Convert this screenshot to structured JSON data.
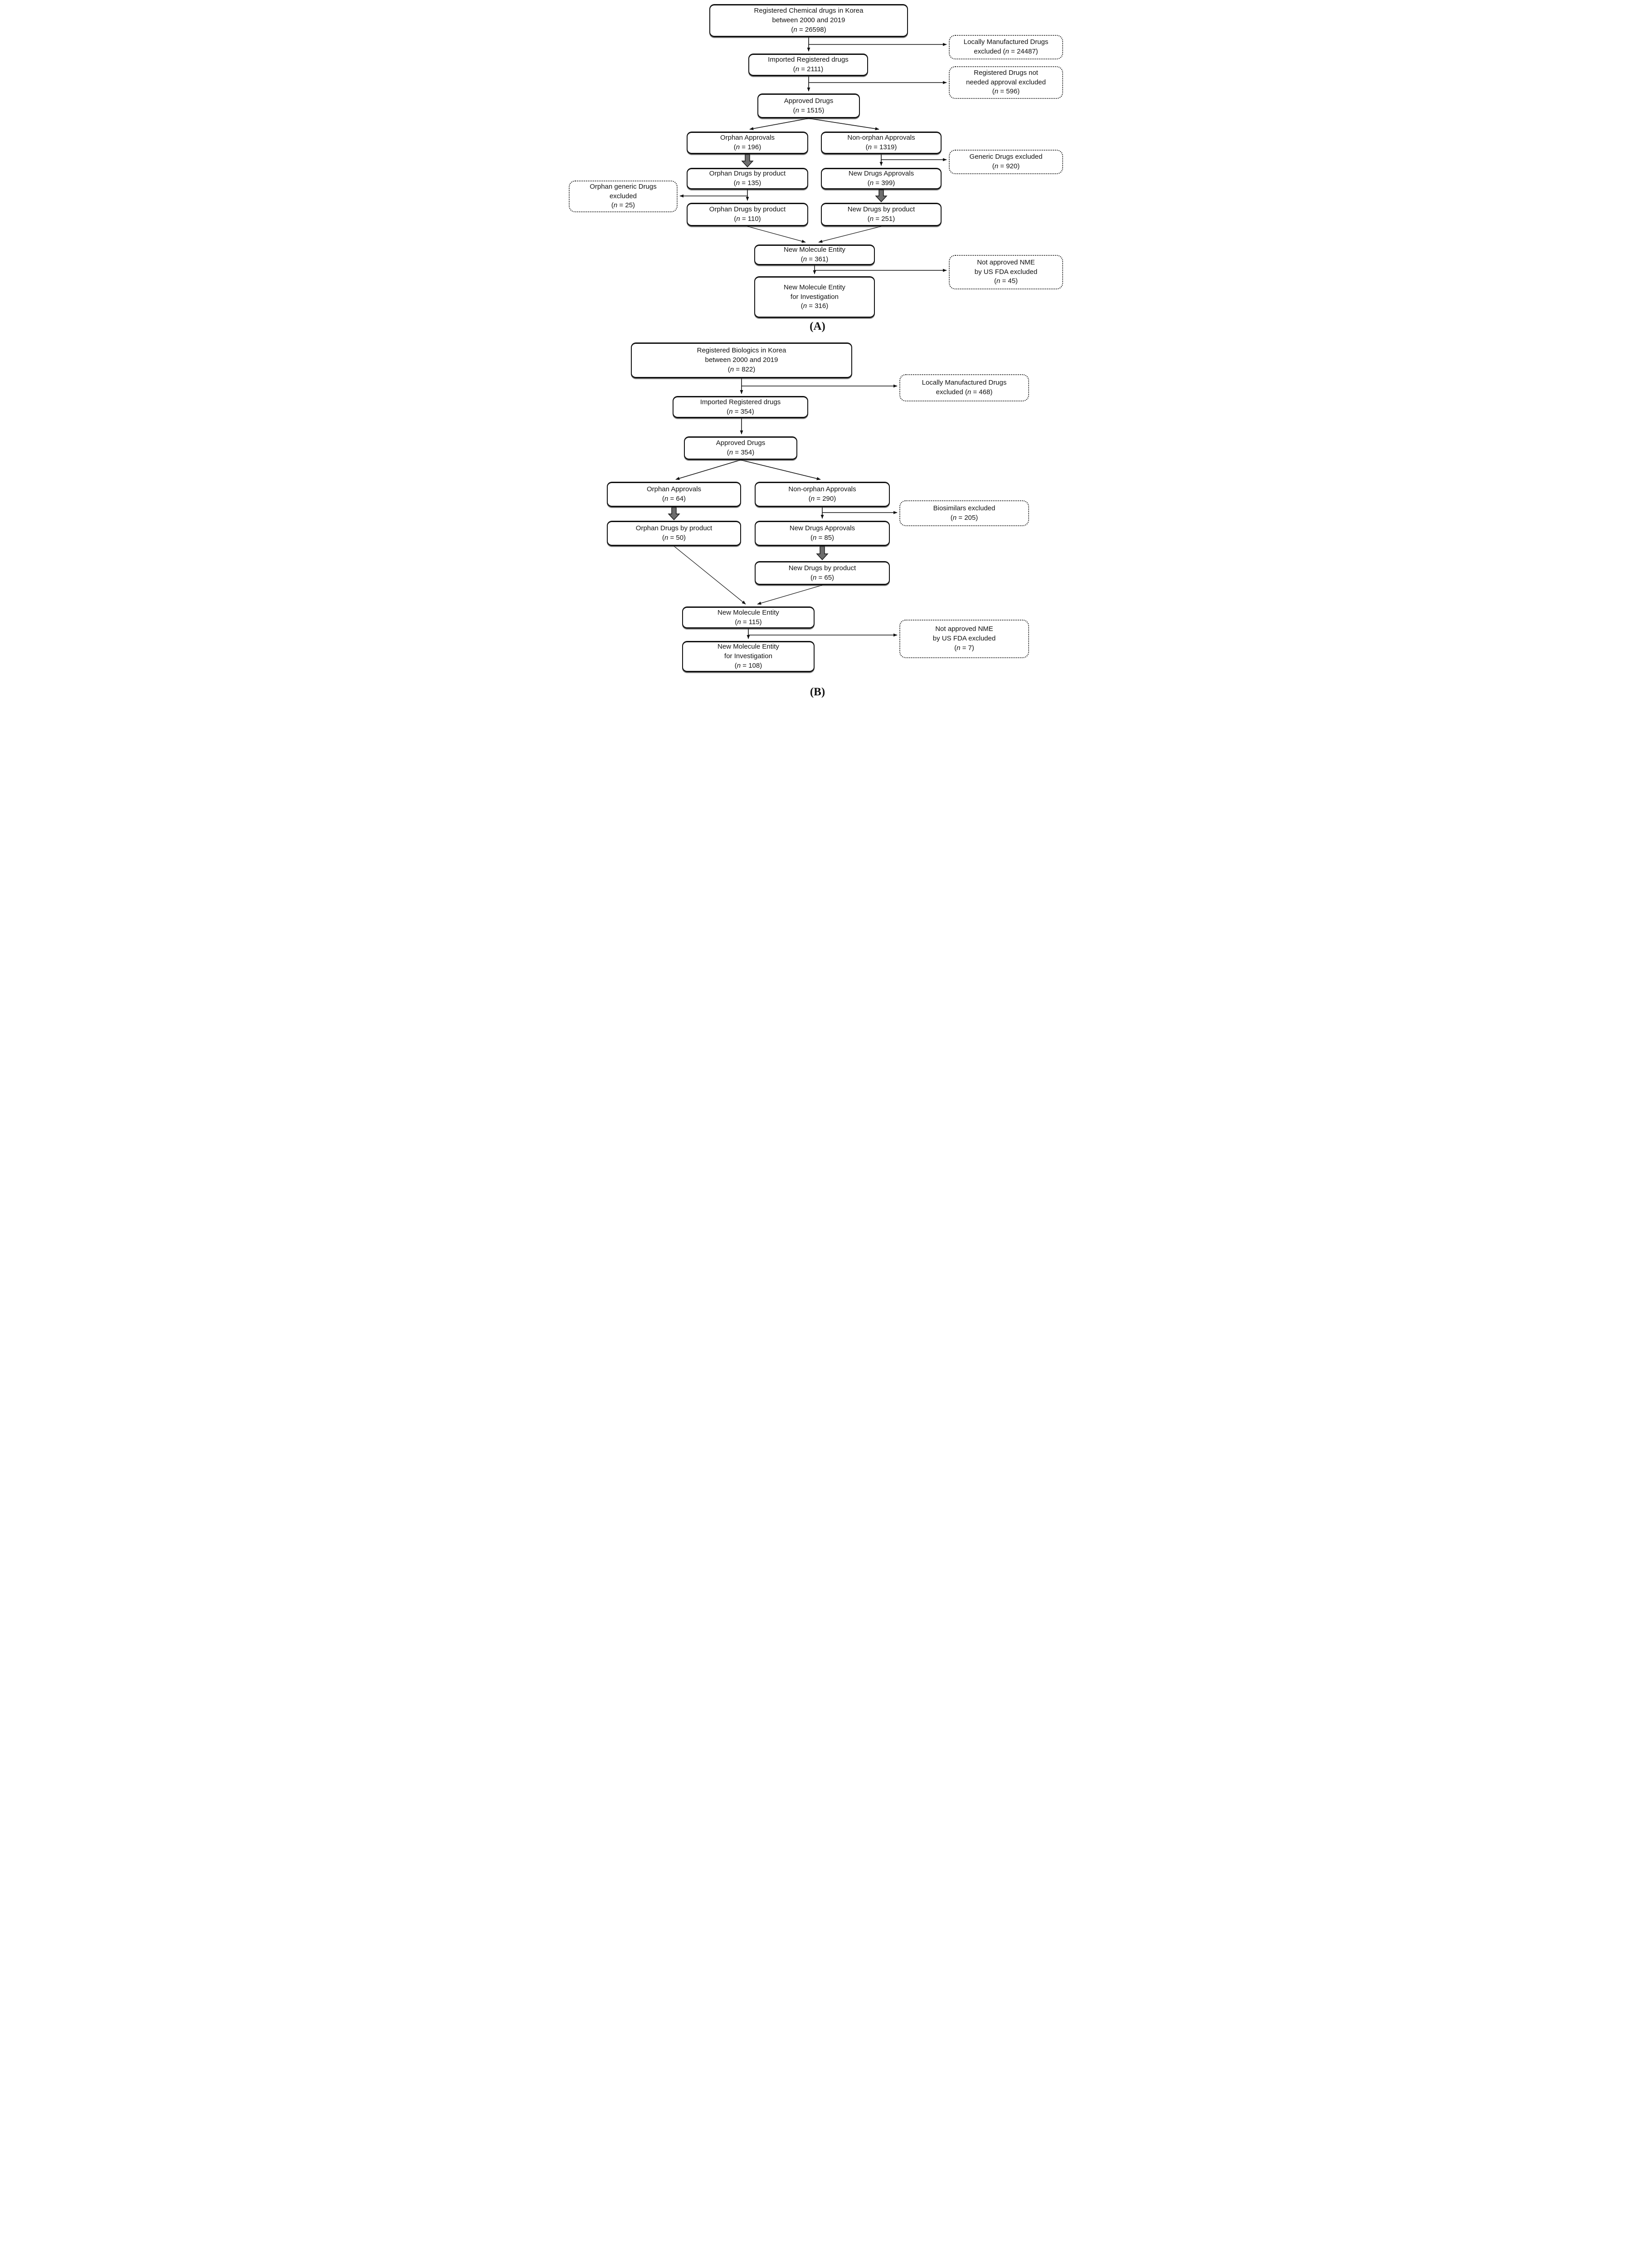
{
  "figure": {
    "panel_a": {
      "label": "(A)",
      "flow": {
        "registered": {
          "title": "Registered Chemical drugs in Korea\nbetween 2000 and 2019",
          "n": "(n = 26598)"
        },
        "imported": {
          "title": "Imported Registered drugs",
          "n": "(n = 2111)"
        },
        "approved": {
          "title": "Approved Drugs",
          "n": "(n = 1515)"
        },
        "orphan_approvals": {
          "title": "Orphan Approvals",
          "n": "(n = 196)"
        },
        "non_orphan_approvals": {
          "title": "Non-orphan Approvals",
          "n": "(n = 1319)"
        },
        "orphan_drugs_by_product_1": {
          "title": "Orphan Drugs by product",
          "n": "(n = 135)"
        },
        "new_drugs_approvals": {
          "title": "New Drugs Approvals",
          "n": "(n = 399)"
        },
        "orphan_drugs_by_product_2": {
          "title": "Orphan Drugs by product",
          "n": "(n = 110)"
        },
        "new_drugs_by_product": {
          "title": "New Drugs by product",
          "n": "(n = 251)"
        },
        "new_molecule_entity": {
          "title": "New Molecule Entity",
          "n": "(n = 361)"
        },
        "nme_for_investigation": {
          "title": "New Molecule Entity\nfor Investigation",
          "n": "(n = 316)"
        }
      },
      "exclusions": {
        "locally_manufactured": "Locally Manufactured Drugs\nexcluded (n = 24487)",
        "not_needed_approval": "Registered Drugs not\nneeded approval excluded\n(n = 596)",
        "generic_drugs": "Generic Drugs excluded\n(n = 920)",
        "orphan_generic": "Orphan generic Drugs\nexcluded\n(n = 25)",
        "not_approved_nme": "Not approved NME\nby US FDA excluded\n(n = 45)"
      }
    },
    "panel_b": {
      "label": "(B)",
      "flow": {
        "registered": {
          "title": "Registered Biologics in Korea\nbetween 2000 and 2019",
          "n": "(n = 822)"
        },
        "imported": {
          "title": "Imported Registered drugs",
          "n": "(n = 354)"
        },
        "approved": {
          "title": "Approved Drugs",
          "n": "(n = 354)"
        },
        "orphan_approvals": {
          "title": "Orphan Approvals",
          "n": "(n = 64)"
        },
        "non_orphan_approvals": {
          "title": "Non-orphan Approvals",
          "n": "(n = 290)"
        },
        "orphan_drugs_by_product": {
          "title": "Orphan Drugs by product",
          "n": "(n = 50)"
        },
        "new_drugs_approvals": {
          "title": "New Drugs Approvals",
          "n": "(n = 85)"
        },
        "new_drugs_by_product": {
          "title": "New Drugs by product",
          "n": "(n = 65)"
        },
        "new_molecule_entity": {
          "title": "New Molecule Entity",
          "n": "(n = 115)"
        },
        "nme_for_investigation": {
          "title": "New Molecule Entity\nfor Investigation",
          "n": "(n = 108)"
        }
      },
      "exclusions": {
        "locally_manufactured": "Locally Manufactured Drugs\nexcluded (n = 468)",
        "biosimilars": "Biosimilars excluded\n(n = 205)",
        "not_approved_nme": "Not approved NME\nby US FDA excluded\n(n = 7)"
      }
    }
  }
}
